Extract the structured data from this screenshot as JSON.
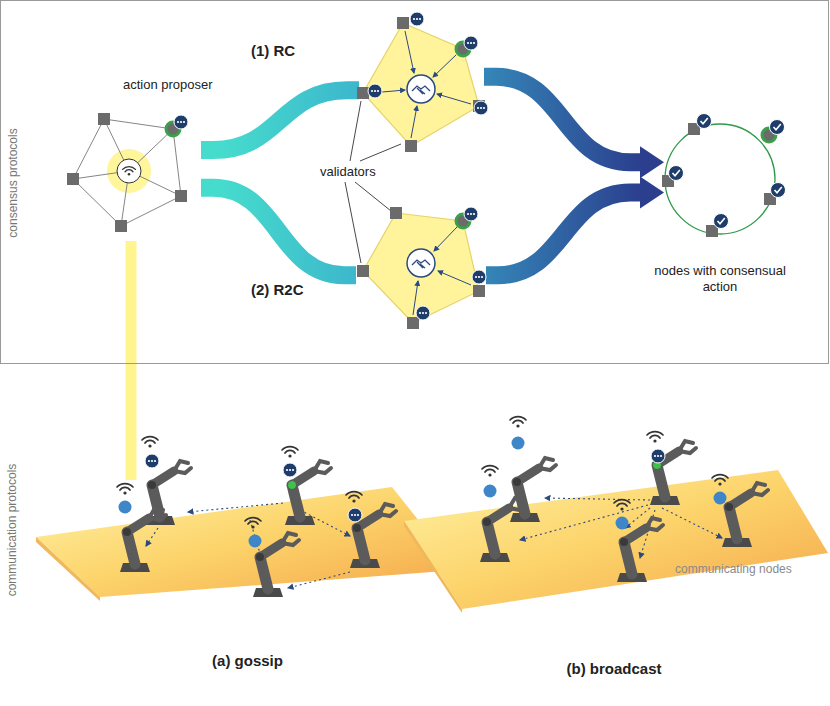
{
  "diagram": {
    "nodes": [
      {
        "text": [
          "consensus protocols"
        ]
      },
      {
        "text": [
          "action proposer"
        ],
        "in": 0
      },
      {
        "text": [
          "(1) RC"
        ],
        "in": 0
      },
      {
        "text": [
          "(2) R2C"
        ],
        "in": 0
      },
      {
        "text": [
          "nodes with consensual action"
        ],
        "in": 0
      },
      {
        "text": [
          "(a) gossip"
        ]
      },
      {
        "text": [
          "communicating nodes",
          "(b) broadcast"
        ]
      }
    ],
    "edges": [
      {
        "from": 1,
        "to": 2,
        "arrow": "none"
      },
      {
        "from": 1,
        "to": 3,
        "arrow": "none"
      },
      {
        "from": 2,
        "to": 4,
        "arrow": "to"
      },
      {
        "from": 3,
        "to": 4,
        "arrow": "to"
      },
      {
        "from": 1,
        "to": 5,
        "arrow": "none"
      }
    ],
    "labels": [
      "validators",
      "communication protocols"
    ]
  }
}
